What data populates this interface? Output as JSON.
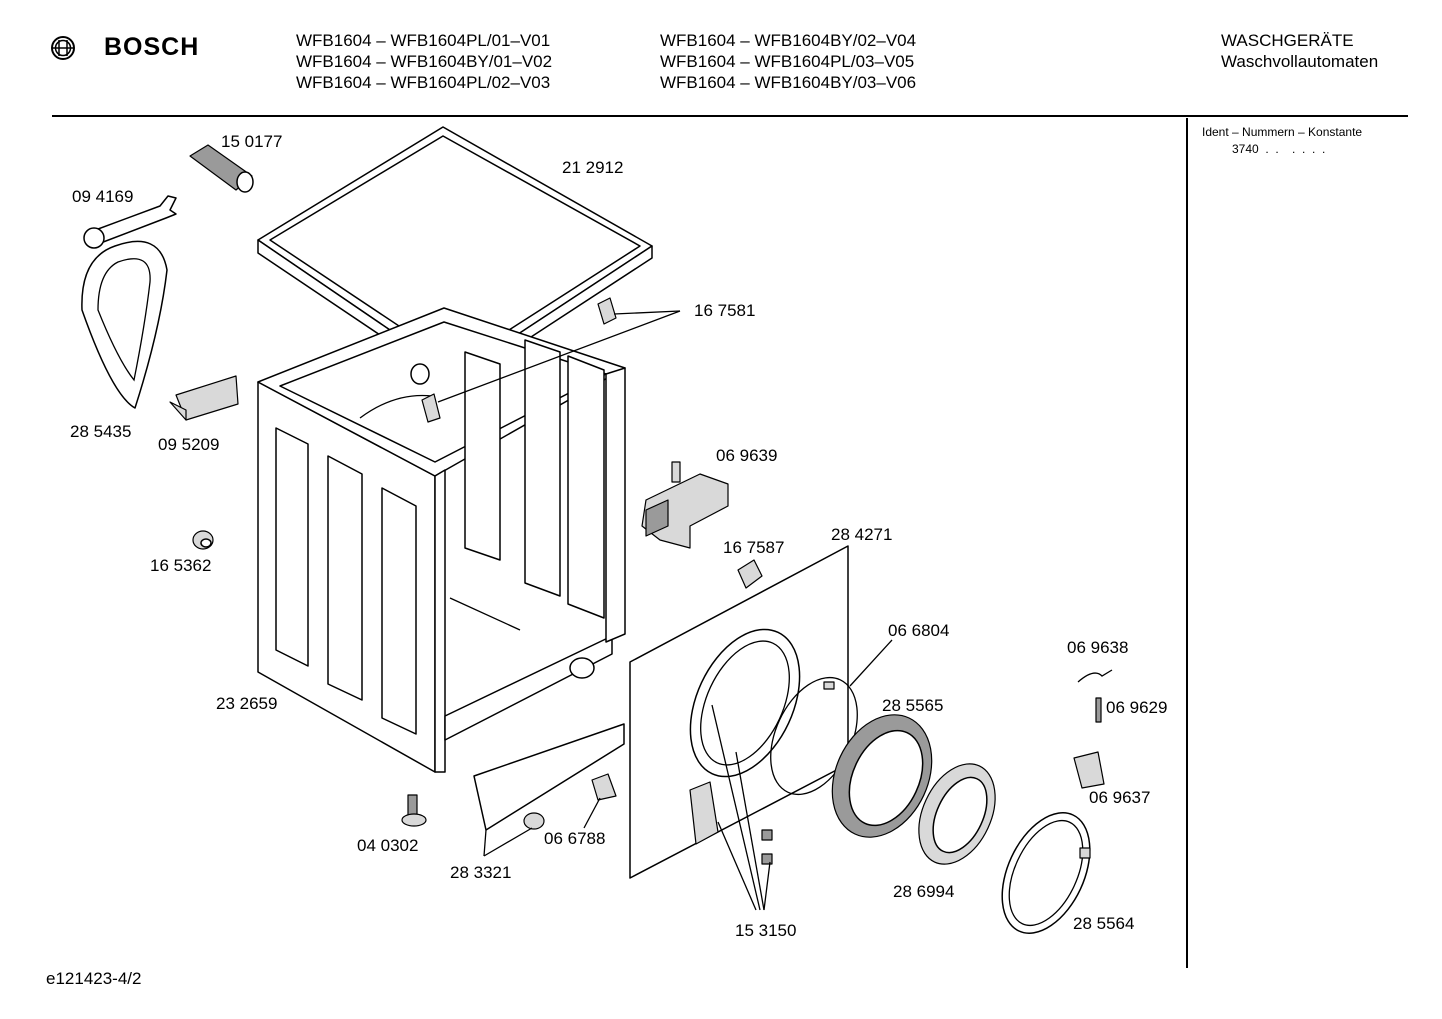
{
  "header": {
    "brand": "BOSCH",
    "models_col1": [
      "WFB1604 – WFB1604PL/01–V01",
      "WFB1604 – WFB1604BY/01–V02",
      "WFB1604 – WFB1604PL/02–V03"
    ],
    "models_col2": [
      "WFB1604 – WFB1604BY/02–V04",
      "WFB1604 – WFB1604PL/03–V05",
      "WFB1604 – WFB1604BY/03–V06"
    ],
    "category": "WASCHGERÄTE",
    "subcategory": "Waschvollautomaten"
  },
  "sidebar": {
    "ident_title": "Ident – Nummern – Konstante",
    "ident_value": "3740  .  .    .  .  .  ."
  },
  "parts": {
    "p150177": "15 0177",
    "p212912": "21 2912",
    "p094169": "09 4169",
    "p167581": "16 7581",
    "p285435": "28 5435",
    "p095209": "09 5209",
    "p069639": "06 9639",
    "p165362": "16 5362",
    "p167587": "16 7587",
    "p284271": "28 4271",
    "p066804": "06 6804",
    "p069638": "06 9638",
    "p285565": "28 5565",
    "p069629": "06 9629",
    "p232659": "23 2659",
    "p069637": "06 9637",
    "p040302": "04 0302",
    "p066788": "06 6788",
    "p283321": "28 3321",
    "p286994": "28 6994",
    "p285564": "28 5564",
    "p153150": "15 3150"
  },
  "footer": {
    "doc_id": "e121423-4/2"
  }
}
